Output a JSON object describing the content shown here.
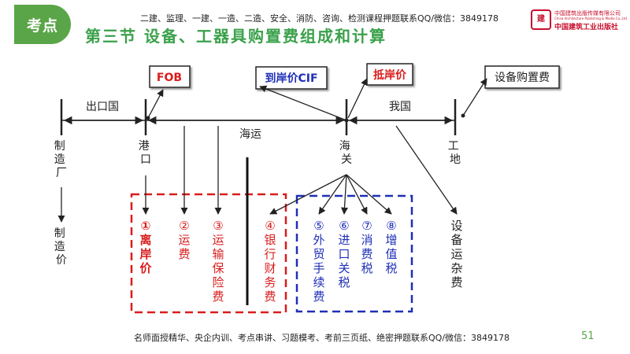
{
  "header": {
    "badge": "考点",
    "note": "二建、监理、一建、一造、二造、安全、消防、咨询、检测课程押题联系QQ/微信：3849178",
    "title": "第三节  设备、工器具购置费组成和计算",
    "publisher": {
      "icon": "建",
      "cn": "中国建筑出版传媒有限公司",
      "en": "China Architecture Publishing & Media Co.,Ltd.",
      "cn2": "中国建筑工业出版社"
    }
  },
  "diagram": {
    "boxes": {
      "fob": "FOB",
      "cif": "到岸价CIF",
      "landed": "抵岸价",
      "purchase": "设备购置费"
    },
    "segments": {
      "export": "出口国",
      "sea": "海运",
      "home": "我国"
    },
    "nodes": {
      "factory": "制造厂",
      "port": "港口",
      "customs": "海关",
      "site": "工地",
      "mfg_price": "制造价"
    },
    "red_items": [
      {
        "num": "①",
        "label": "离岸价"
      },
      {
        "num": "②",
        "label": "运费"
      },
      {
        "num": "③",
        "label": "运输保险费"
      },
      {
        "num": "④",
        "label": "银行财务费"
      }
    ],
    "blue_items": [
      {
        "num": "⑤",
        "label": "外贸手续费"
      },
      {
        "num": "⑥",
        "label": "进口关税"
      },
      {
        "num": "⑦",
        "label": "消费税"
      },
      {
        "num": "⑧",
        "label": "增值税"
      }
    ],
    "side_item": "设备运杂费",
    "colors": {
      "red": "#d91c1c",
      "blue": "#1f2fb8",
      "green": "#3aa14a",
      "line": "#222222"
    }
  },
  "footer": {
    "note": "名师面授精华、央企内训、考点串讲、习题模考、考前三页纸、绝密押题联系QQ/微信：3849178",
    "page": "51"
  }
}
